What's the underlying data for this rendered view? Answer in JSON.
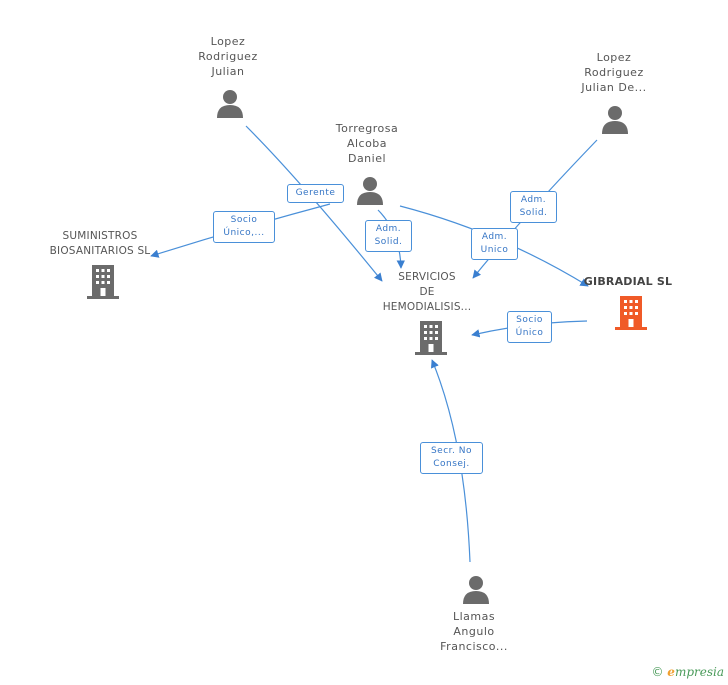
{
  "persons": {
    "lopez_julian": {
      "lines": [
        "Lopez",
        "Rodriguez",
        "Julian"
      ]
    },
    "lopez_julian_de": {
      "lines": [
        "Lopez",
        "Rodriguez",
        "Julian De..."
      ]
    },
    "torregrosa": {
      "lines": [
        "Torregrosa",
        "Alcoba",
        "Daniel"
      ]
    },
    "llamas": {
      "lines": [
        "Llamas",
        "Angulo",
        "Francisco..."
      ]
    }
  },
  "companies": {
    "suministros": {
      "lines": [
        "SUMINISTROS",
        "BIOSANITARIOS SL"
      ]
    },
    "servicios": {
      "lines": [
        "SERVICIOS",
        "DE",
        "HEMODIALISIS..."
      ]
    },
    "gibradial": {
      "lines": [
        "GIBRADIAL SL"
      ]
    }
  },
  "edges": {
    "gerente": {
      "lines": [
        "Gerente"
      ]
    },
    "socio_unico_1": {
      "lines": [
        "Socio",
        "Único,..."
      ]
    },
    "adm_solid_1": {
      "lines": [
        "Adm.",
        "Solid."
      ]
    },
    "adm_solid_2": {
      "lines": [
        "Adm.",
        "Solid."
      ]
    },
    "adm_unico": {
      "lines": [
        "Adm.",
        "Unico"
      ]
    },
    "socio_unico_2": {
      "lines": [
        "Socio",
        "Único"
      ]
    },
    "secr_no_consej": {
      "lines": [
        "Secr.  No",
        "Consej."
      ]
    }
  },
  "footer": {
    "copyright": "©",
    "brand_e": "e",
    "brand_rest": "mpresia"
  },
  "colors": {
    "edge": "#4a90d9",
    "person": "#6b6b6b",
    "company": "#6b6b6b",
    "company_highlight": "#f05a28"
  }
}
